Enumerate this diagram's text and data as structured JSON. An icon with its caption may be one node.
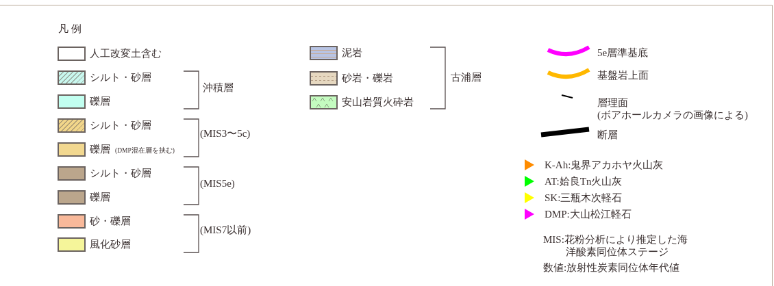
{
  "diagram": {
    "title": "凡 例",
    "labels": [
      "沖積層",
      "(DMP混在層を挟む)",
      "(MIS3〜5c)",
      "(MIS5e)",
      "(MIS7以前)",
      "古浦層",
      "MIS:花粉分析により推定した海洋酸素同位体ステージ",
      "数値:放射性炭素同位体年代値"
    ],
    "legend": [
      {
        "text": "人工改変土含む",
        "color": "#ffffff"
      },
      {
        "text": "シルト・砂層",
        "color": "#c8f7ee"
      },
      {
        "text": "礫層",
        "color": "#c2fff0"
      },
      {
        "text": "シルト・砂層",
        "color": "#f2d68a"
      },
      {
        "text": "礫層",
        "color": "#f2d890"
      },
      {
        "text": "シルト・砂層",
        "color": "#bba68c"
      },
      {
        "text": "礫層",
        "color": "#bba68c"
      },
      {
        "text": "砂・礫層",
        "color": "#f9b99a"
      },
      {
        "text": "風化砂層",
        "color": "#f5f59a"
      },
      {
        "text": "泥岩",
        "color": "#b8c4e4"
      },
      {
        "text": "砂岩・礫岩",
        "color": "#e6d8c0"
      },
      {
        "text": "安山岩質火砕岩",
        "color": "#c4fcc0"
      },
      {
        "text": "5e層準基底"
      },
      {
        "text": "基盤岩上面"
      },
      {
        "text": "層理面 (ボアホールカメラの画像による)"
      },
      {
        "text": "断層"
      },
      {
        "text": "K-Ah:鬼界アカホヤ火山灰",
        "color": "#ff8c00"
      },
      {
        "text": "AT:姶良Tn火山灰",
        "color": "#00ff00"
      },
      {
        "text": "SK:三瓶木次軽石",
        "color": "#ffff00"
      },
      {
        "text": "DMP:大山松江軽石",
        "color": "#ff00ff"
      }
    ]
  }
}
